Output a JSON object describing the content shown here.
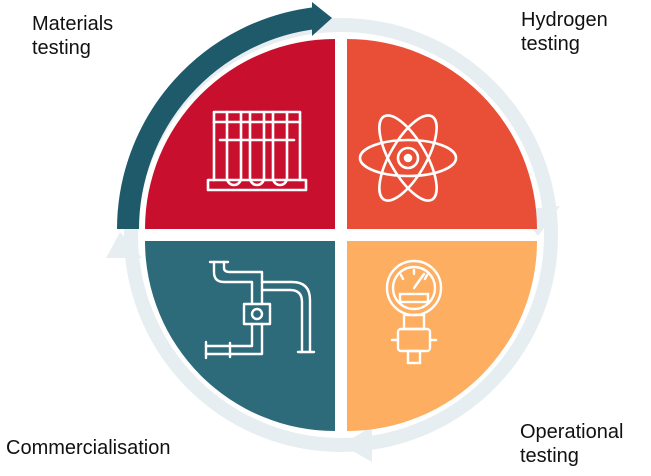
{
  "quadrants": [
    {
      "id": "materials",
      "label_lines": [
        "Materials",
        "testing"
      ],
      "color": "#c8102e",
      "icon": "test-tubes-icon"
    },
    {
      "id": "hydrogen",
      "label_lines": [
        "Hydrogen",
        "testing"
      ],
      "color": "#e94f37",
      "icon": "atom-icon"
    },
    {
      "id": "operational",
      "label_lines": [
        "Operational",
        "testing"
      ],
      "color": "#fdae61",
      "icon": "pressure-gauge-icon"
    },
    {
      "id": "commercialisation",
      "label_lines": [
        "Commercialisation"
      ],
      "color": "#2e6b7a",
      "icon": "pipeline-icon"
    }
  ],
  "ring": {
    "track_color": "#e6eef1",
    "active_color": "#1f5a6b"
  }
}
